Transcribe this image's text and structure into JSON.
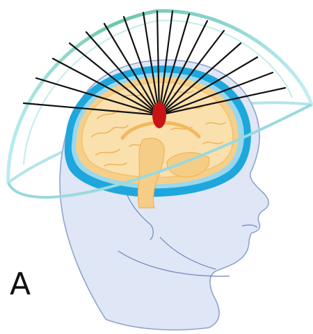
{
  "panel_label": "A",
  "colors": {
    "head_fill": "#dfe6f6",
    "head_outline": "#8fa3cf",
    "skull_outer": "#1ea7dd",
    "skull_inner": "#9ad8ee",
    "csf": "#f6cf8a",
    "cortex": "#fae0ad",
    "sulci": "#f3b85e",
    "brainstem": "#f6cd86",
    "target": "#c81414",
    "helmet_front": "#7ccdc0",
    "helmet_back": "#a8e2ea",
    "beam": "#111111"
  },
  "icons": {
    "head": "head-profile",
    "brain": "brain-sagittal",
    "helmet": "hemispherical-helmet",
    "target": "focal-target"
  }
}
